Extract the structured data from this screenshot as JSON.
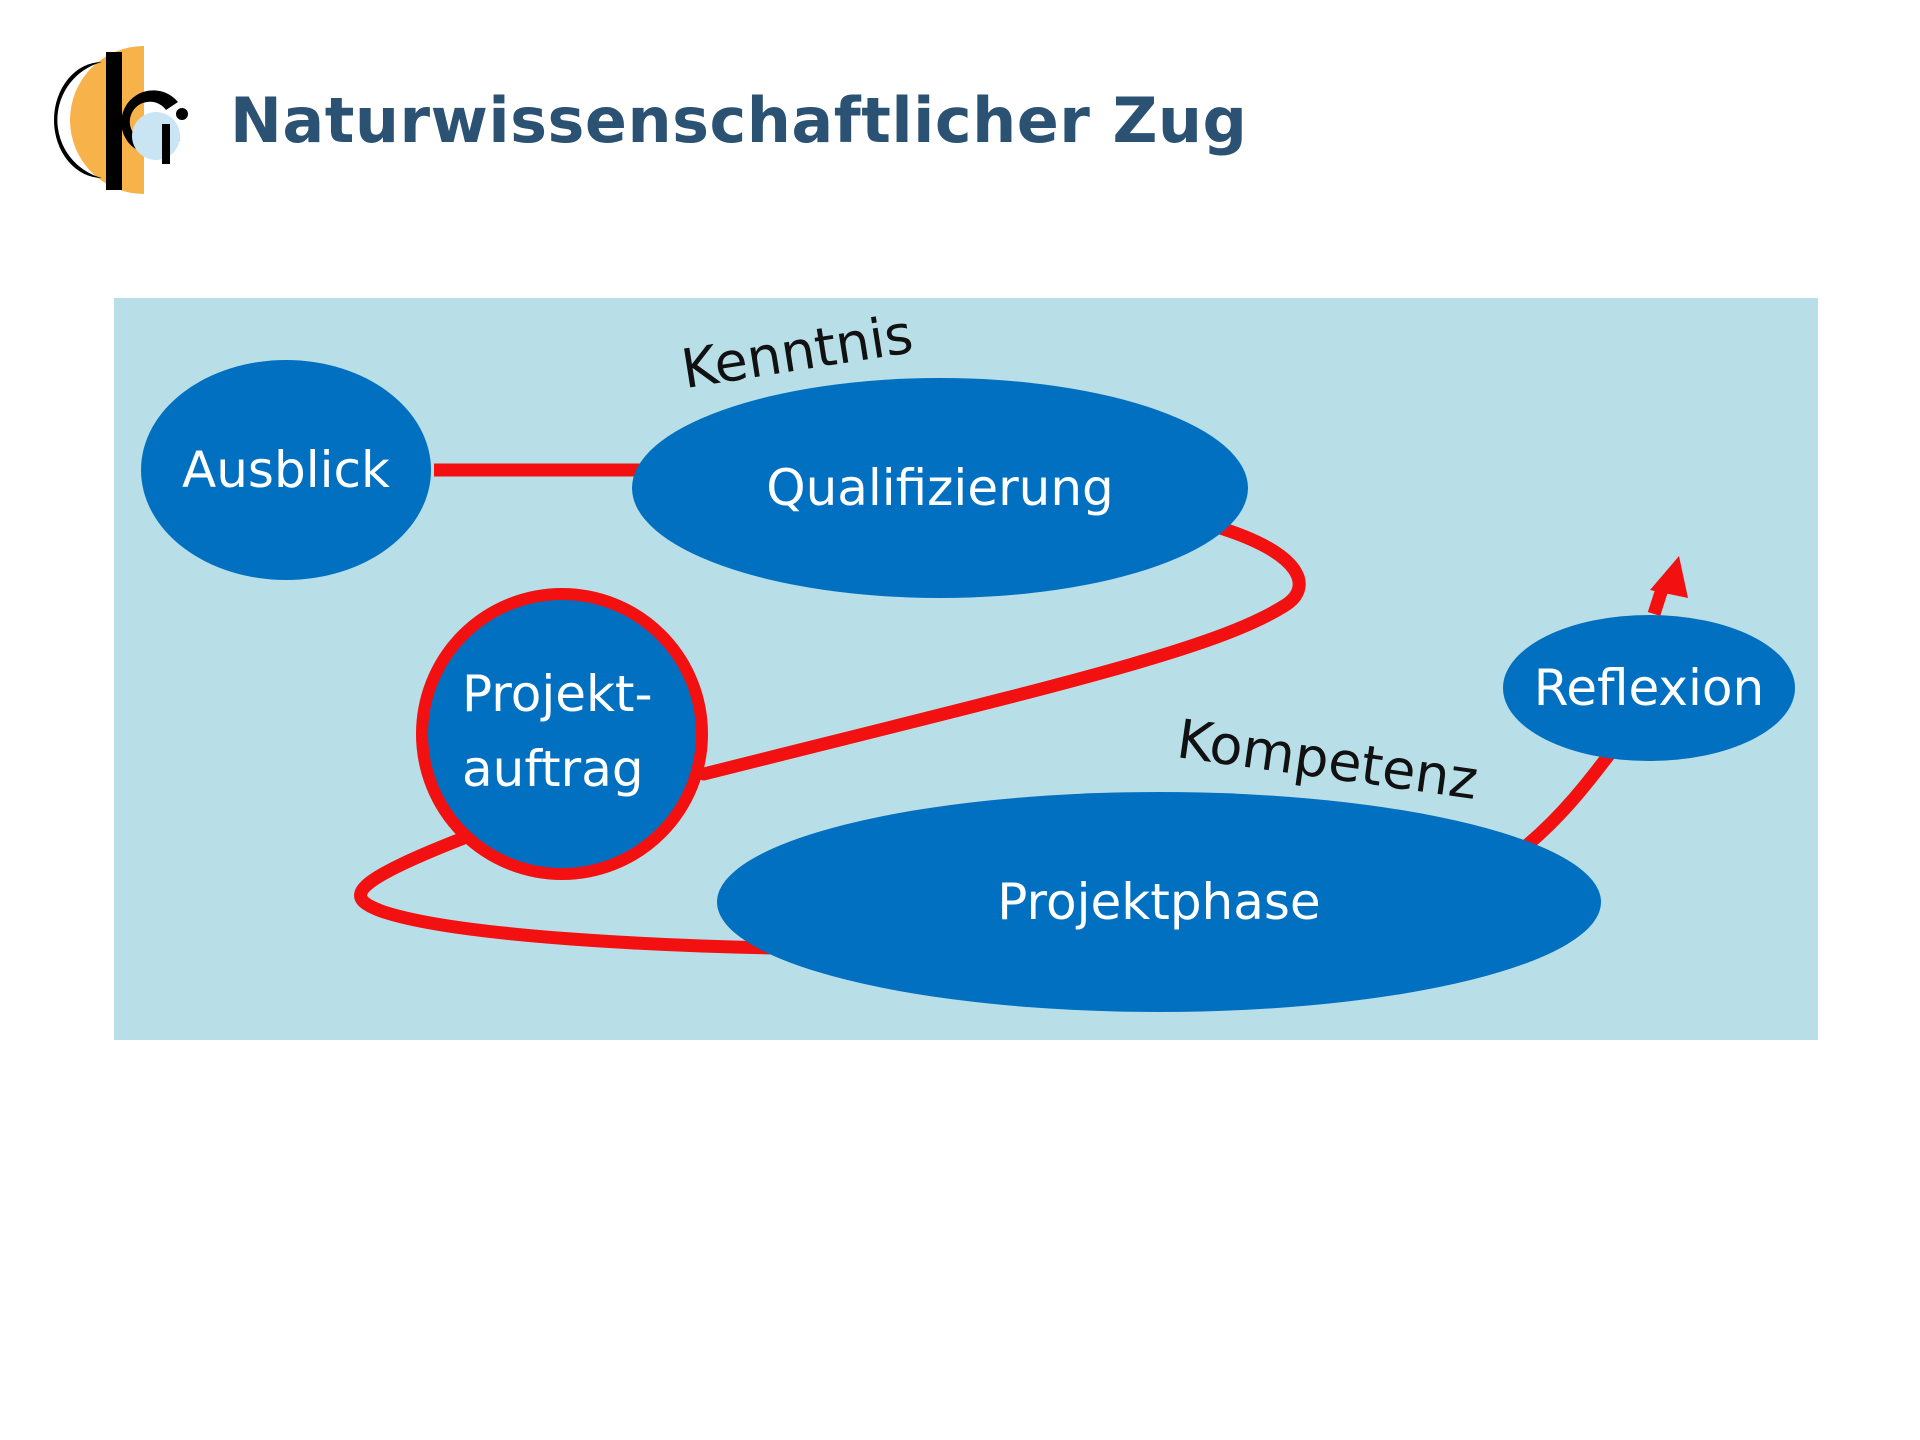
{
  "header": {
    "title": "Naturwissenschaftlicher Zug",
    "logo_icon": "school-logo-icon"
  },
  "colors": {
    "title": "#2b5273",
    "diagram_background": "#b8dfe8",
    "node_fill": "#0270c0",
    "path_stroke": "#f21010",
    "node_text": "#ffffff",
    "label_text": "#111111",
    "logo_orange": "#f7b24a",
    "logo_black": "#000000",
    "logo_lightblue": "#c9e4f3"
  },
  "diagram": {
    "nodes": {
      "ausblick": "Ausblick",
      "qualifizierung": "Qualifizierung",
      "projektauftrag_line1": "Projekt-",
      "projektauftrag_line2": "auftrag",
      "projektphase": "Projektphase",
      "reflexion": "Reflexion"
    },
    "labels": {
      "kenntnis": "Kenntnis",
      "kompetenz": "Kompetenz"
    }
  }
}
